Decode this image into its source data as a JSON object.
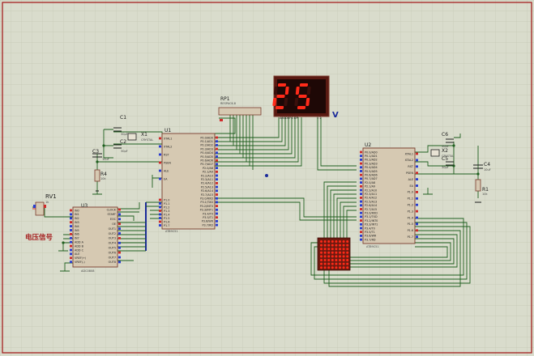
{
  "display": {
    "digits": "25",
    "unit": "V",
    "pins": "ABCDEFG DP",
    "pins_right": "1 2"
  },
  "components": {
    "c1": {
      "ref": "C1",
      "value": "30pF"
    },
    "c2": {
      "ref": "C2",
      "value": "30pF"
    },
    "c3": {
      "ref": "C3",
      "value": "10uF"
    },
    "c4": {
      "ref": "C4",
      "value": "10uF"
    },
    "c5": {
      "ref": "C5",
      "value": "30pF"
    },
    "c6": {
      "ref": "C6",
      "value": "30pF"
    },
    "x1": {
      "ref": "X1",
      "value": "CRYSTAL"
    },
    "x2": {
      "ref": "X2",
      "value": "CRYSTAL"
    },
    "r1": {
      "ref": "R1",
      "value": "10k"
    },
    "r4": {
      "ref": "R4",
      "value": "10k"
    },
    "rp1": {
      "ref": "RP1",
      "value": "RESPACK-8"
    },
    "rv1": {
      "ref": "RV1",
      "value": "1k"
    },
    "u1": {
      "ref": "U1",
      "part": "AT89C51"
    },
    "u2": {
      "ref": "U2",
      "part": "AT89C51"
    },
    "u3": {
      "ref": "U3",
      "part": "ADC0808"
    },
    "signal_label": "电压信号"
  },
  "u1_left_pins": [
    "XTAL1",
    "XTAL2",
    "RST",
    "PSEN",
    "ALE",
    "EA"
  ],
  "u1_right_pins": [
    "P0.0/AD0",
    "P0.1/AD1",
    "P0.2/AD2",
    "P0.3/AD3",
    "P0.4/AD4",
    "P0.5/AD5",
    "P0.6/AD6",
    "P0.7/AD7",
    "P2.0/A8",
    "P2.1/A9",
    "P2.2/A10",
    "P2.3/A11",
    "P2.4/A12",
    "P2.5/A13",
    "P2.6/A14",
    "P2.7/A15",
    "P3.0/RXD",
    "P3.1/TXD",
    "P3.2/INT0",
    "P3.3/INT1",
    "P3.4/T0",
    "P3.5/T1",
    "P3.6/WR",
    "P3.7/RD"
  ],
  "u1_bottom_pins": [
    "P1.0",
    "P1.1",
    "P1.2",
    "P1.3",
    "P1.4",
    "P1.5",
    "P1.6",
    "P1.7"
  ],
  "u2_left_pins": [
    "P0.0/AD0",
    "P0.1/AD1",
    "P0.2/AD2",
    "P0.3/AD3",
    "P0.4/AD4",
    "P0.5/AD5",
    "P0.6/AD6",
    "P0.7/AD7",
    "P2.0/A8",
    "P2.1/A9",
    "P2.2/A10",
    "P2.3/A11",
    "P2.4/A12",
    "P2.5/A13",
    "P2.6/A14",
    "P2.7/A15",
    "P3.0/RXD",
    "P3.1/TXD",
    "P3.2/INT0",
    "P3.3/INT1",
    "P3.4/T0",
    "P3.5/T1",
    "P3.6/WR",
    "P3.7/RD"
  ],
  "u2_right_pins": [
    "XTAL1",
    "XTAL2",
    "RST",
    "PSEN",
    "ALE",
    "EA",
    "P1.0",
    "P1.1",
    "P1.2",
    "P1.3",
    "P1.4",
    "P1.5",
    "P1.6",
    "P1.7"
  ],
  "u3_left_pins": [
    "IN0",
    "IN1",
    "IN2",
    "IN3",
    "IN4",
    "IN5",
    "IN6",
    "IN7",
    "ADD A",
    "ADD B",
    "ADD C",
    "ALE",
    "VREF(+)",
    "VREF(-)"
  ],
  "u3_right_pins": [
    "CLOCK",
    "START",
    "EOC",
    "OE",
    "OUT1",
    "OUT2",
    "OUT3",
    "OUT4",
    "OUT5",
    "OUT6",
    "OUT7",
    "OUT8"
  ],
  "colors": {
    "background": "#d9dccc",
    "grid": "#c3c7b3",
    "wire": "#1f5f1f",
    "border": "#a52020",
    "chip": "#d6c9b2",
    "chip_outline": "#7a3b2e",
    "segment": "#ff2b1a",
    "display_bg": "#1e0806",
    "bus": "#1a2a9a"
  }
}
